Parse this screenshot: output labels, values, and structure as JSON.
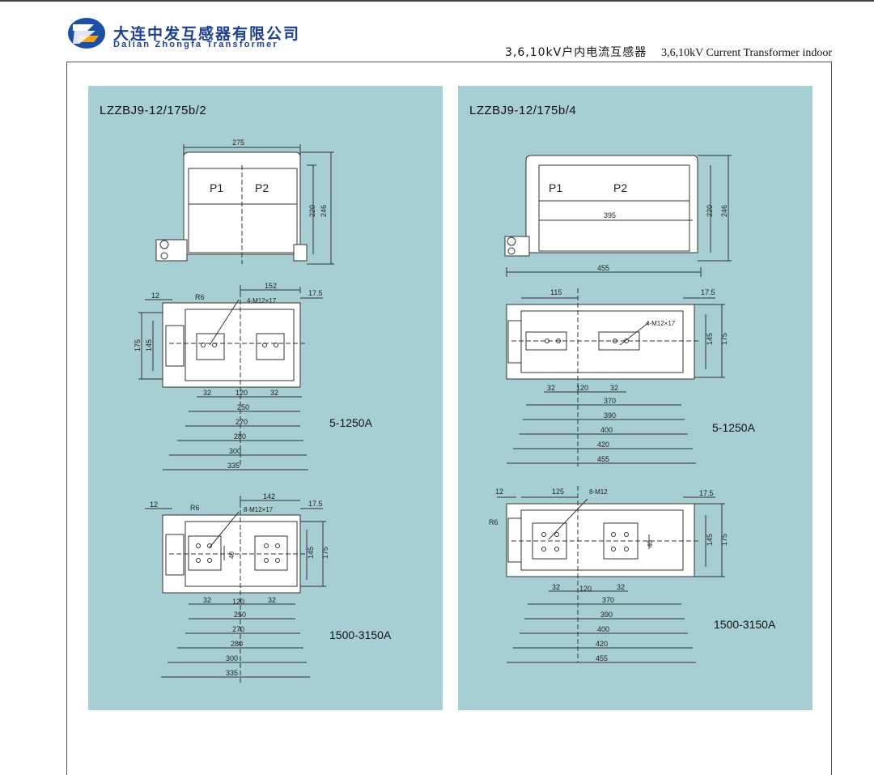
{
  "header": {
    "company_cn": "大连中发互感器有限公司",
    "company_en": "Dalian Zhongfa Transformer",
    "title_cn": "3,6,10kV户内电流互感器",
    "title_en": "3,6,10kV Current Transformer indoor"
  },
  "colors": {
    "panel_bg": "#a7ced2",
    "brand_blue": "#1d3f8f",
    "line": "#333333"
  },
  "left": {
    "model": "LZZBJ9-12/175b/2",
    "front": {
      "width": "275",
      "h1": "220",
      "h2": "246",
      "p1": "P1",
      "p2": "P2"
    },
    "plan1": {
      "top_dims": [
        "12",
        "R6",
        "152",
        "17.5"
      ],
      "note": "4-M12×17",
      "side_dims": [
        "175",
        "145"
      ],
      "bottom_dims": [
        "32",
        "120",
        "32",
        "250",
        "270",
        "280",
        "300",
        "335"
      ],
      "rating": "5-1250A"
    },
    "plan2": {
      "top_dims": [
        "12",
        "R6",
        "142",
        "17.5"
      ],
      "note": "8-M12×17",
      "inner": "40",
      "side_dims": [
        "145",
        "175"
      ],
      "bottom_dims": [
        "32",
        "120",
        "32",
        "250",
        "270",
        "280",
        "300",
        "335"
      ],
      "rating": "1500-3150A"
    }
  },
  "right": {
    "model": "LZZBJ9-12/175b/4",
    "front": {
      "width_inner": "395",
      "width": "455",
      "h1": "220",
      "h2": "246",
      "p1": "P1",
      "p2": "P2"
    },
    "plan1": {
      "top_dims": [
        "115",
        "17.5"
      ],
      "note": "4-M12×17",
      "side_dims": [
        "145",
        "175"
      ],
      "bottom_dims": [
        "32",
        "120",
        "32",
        "370",
        "390",
        "400",
        "420",
        "455"
      ],
      "rating": "5-1250A"
    },
    "plan2": {
      "top_dims": [
        "12",
        "125",
        "17.5",
        "R6"
      ],
      "note": "8-M12",
      "inner": "40",
      "side_dims": [
        "145",
        "175"
      ],
      "bottom_dims": [
        "32",
        "120",
        "32",
        "370",
        "390",
        "400",
        "420",
        "455"
      ],
      "rating": "1500-3150A"
    }
  }
}
